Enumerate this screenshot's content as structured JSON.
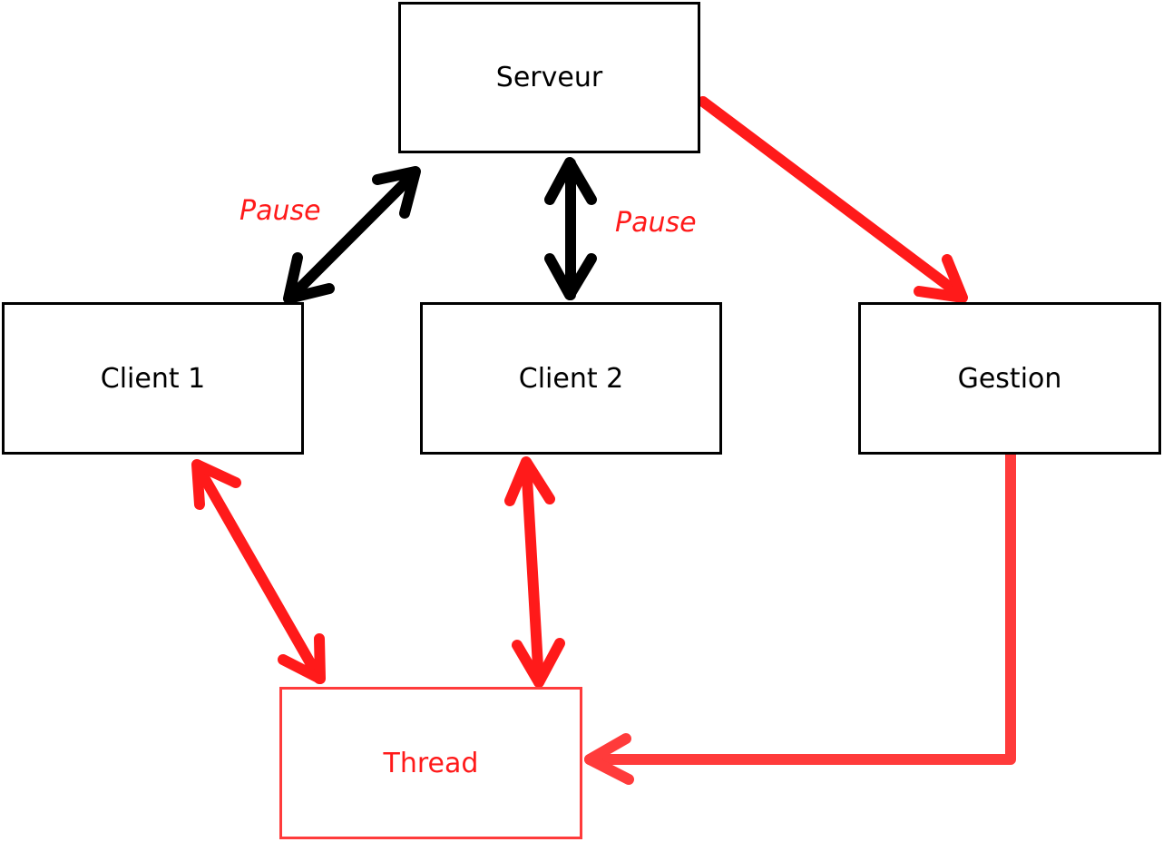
{
  "nodes": {
    "serveur": "Serveur",
    "client1": "Client 1",
    "client2": "Client 2",
    "gestion": "Gestion",
    "thread": "Thread"
  },
  "labels": {
    "pause_1": "Pause",
    "pause_2": "Pause"
  },
  "colors": {
    "black": "#000000",
    "red": "#ff1a1a",
    "red_light": "#ff3b3b"
  }
}
